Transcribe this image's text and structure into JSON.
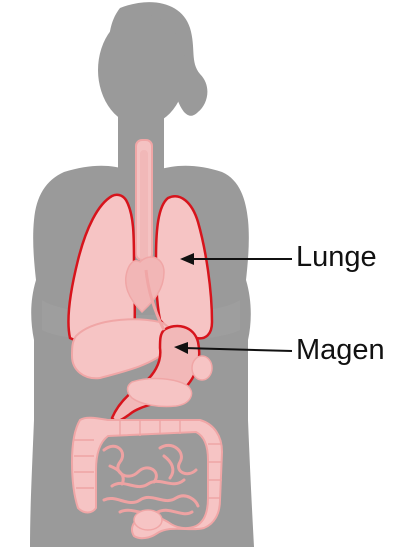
{
  "labels": {
    "lunge": "Lunge",
    "magen": "Magen"
  },
  "colors": {
    "body": "#9a9a9a",
    "organ_fill": "#f6c4c4",
    "organ_outline": "#f0a6a6",
    "highlight_outline": "#d7141c",
    "arrow": "#111111"
  },
  "icons": {
    "figure": "female-torso-silhouette",
    "lungs": "lungs-icon",
    "stomach": "stomach-icon"
  }
}
